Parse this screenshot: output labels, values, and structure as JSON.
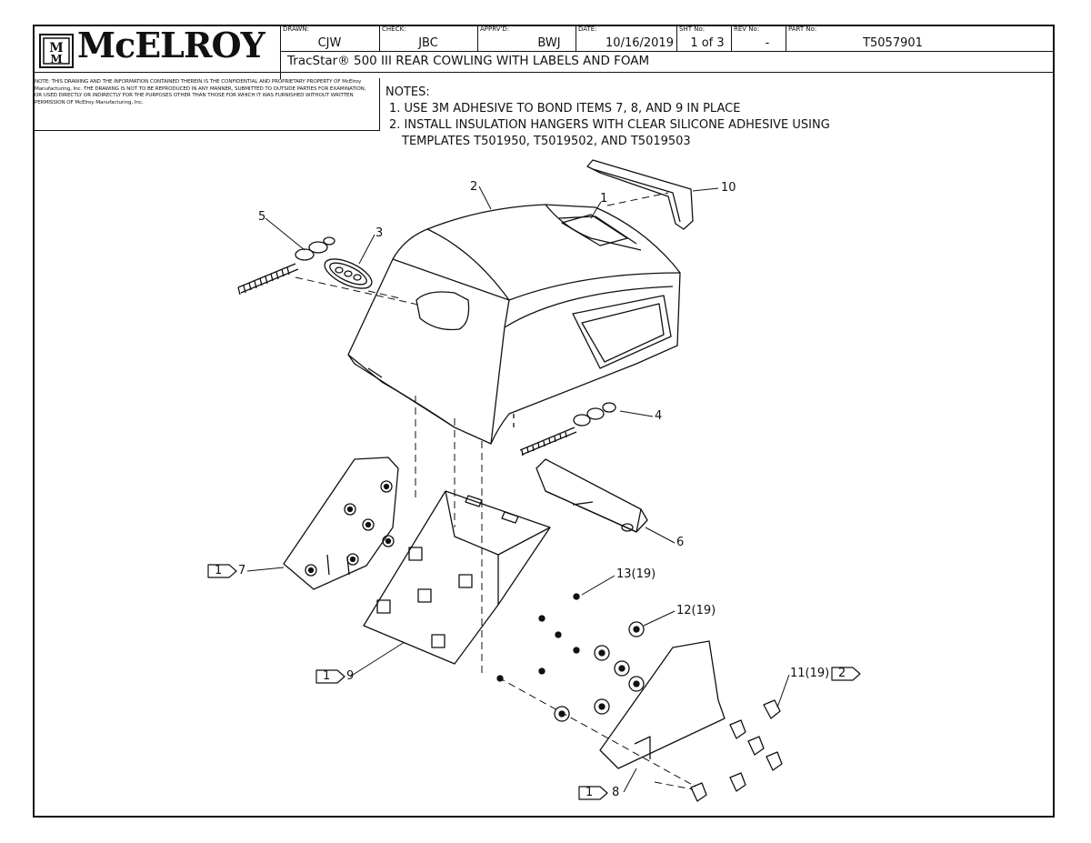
{
  "title_block": {
    "company": "McELROY",
    "logo_mark": "McM",
    "drawn_label": "DRAWN:",
    "drawn_value": "CJW",
    "check_label": "CHECK:",
    "check_value": "JBC",
    "apprvd_label": "APPRV'D:",
    "apprvd_value": "BWJ",
    "date_label": "DATE:",
    "date_value": "10/16/2019",
    "sht_label": "SHT No:",
    "sht_value": "1 of 3",
    "rev_label": "REV No:",
    "rev_value": "-",
    "part_label": "PART No:",
    "part_value": "T5057901",
    "drawing_title": "TracStar® 500 III REAR COWLING WITH LABELS AND FOAM"
  },
  "confidential_note": "NOTE: THIS DRAWING AND THE INFORMATION CONTAINED THEREIN IS THE CONFIDENTIAL AND PROPRIETARY PROPERTY OF McElroy Manufacturing, Inc. THE DRAWING IS NOT TO BE REPRODUCED IN ANY MANNER, SUBMITTED TO OUTSIDE PARTIES FOR EXAMINATION, OR USED DIRECTLY OR INDIRECTLY FOR THE PURPOSES OTHER THAN THOSE FOR WHICH IT WAS FURNISHED WITHOUT WRITTEN PERMISSION OF McElroy Manufacturing, Inc.",
  "notes": {
    "heading": "NOTES:",
    "line1": "1. USE 3M ADHESIVE TO BOND ITEMS 7, 8, AND 9 IN PLACE",
    "line2": "2. INSTALL INSULATION HANGERS WITH CLEAR SILICONE ADHESIVE USING",
    "line3": "TEMPLATES T501950, T5019502, AND T5019503"
  },
  "callouts": {
    "c1": "1",
    "c2": "2",
    "c3": "3",
    "c4": "4",
    "c5": "5",
    "c6": "6",
    "c7": "7",
    "c8": "8",
    "c9": "9",
    "c10": "10",
    "c11": "11(19)",
    "c12": "12(19)",
    "c13": "13(19)",
    "flag7": "1",
    "flag8": "1",
    "flag9": "1",
    "flag11": "2"
  }
}
